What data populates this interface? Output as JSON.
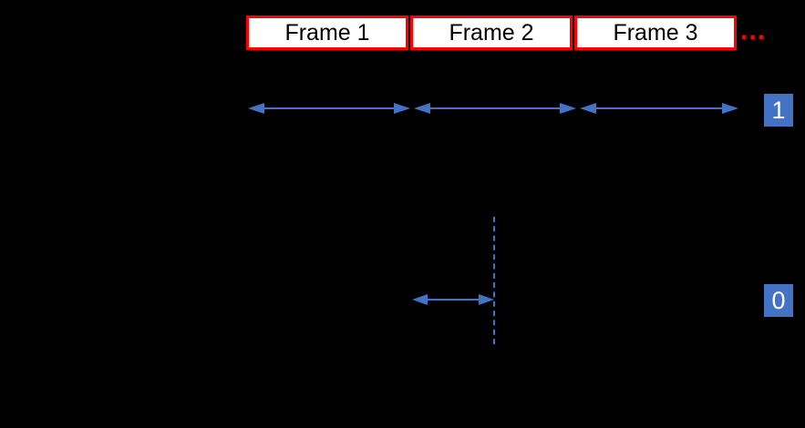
{
  "diagram": {
    "frames": [
      {
        "label": "Frame 1"
      },
      {
        "label": "Frame 2"
      },
      {
        "label": "Frame 3"
      }
    ],
    "ellipsis": "...",
    "signal_high_label": "1",
    "signal_low_label": "0",
    "colors": {
      "background": "#000000",
      "frame_fill": "#FFFFFF",
      "frame_text": "#000000",
      "frame_border_red": "#FF0000",
      "accent_blue": "#4472C4",
      "badge_text": "#FFFFFF"
    }
  }
}
